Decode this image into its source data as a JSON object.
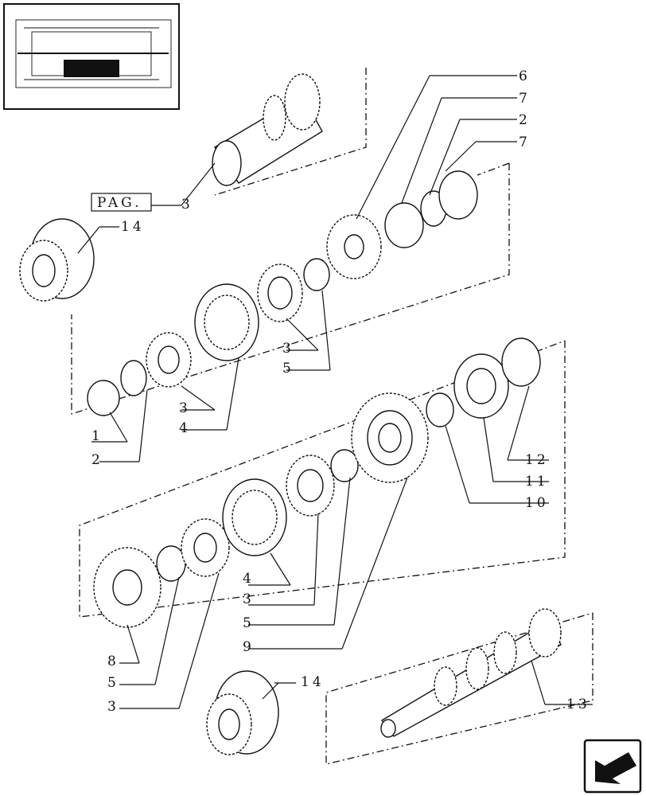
{
  "pag_box": "PAG.",
  "labels": {
    "l1": "1",
    "l2a": "2",
    "l2b": "2",
    "l3a": "3",
    "l3b": "3",
    "l3c": "3",
    "l3d": "3",
    "l3e": "3",
    "l4a": "4",
    "l4b": "4",
    "l5a": "5",
    "l5b": "5",
    "l5c": "5",
    "l6": "6",
    "l7a": "7",
    "l7b": "7",
    "l8": "8",
    "l9": "9",
    "l10": "10",
    "l11": "11",
    "l12": "12",
    "l13": "13",
    "l14a": "14",
    "l14b": "14"
  },
  "icons": {
    "thumbnail": "transmission-cutaway-thumbnail",
    "nav": "next-page-arrow-icon"
  }
}
